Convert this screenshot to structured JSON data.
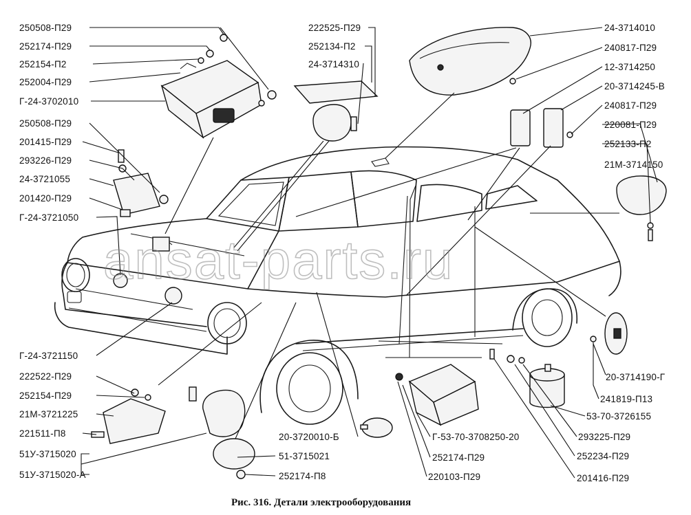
{
  "caption": "Рис. 316. Детали электрооборудования",
  "watermark": "ansat-parts.ru",
  "labels": {
    "l250508a": "250508-П29",
    "l252174a": "252174-П29",
    "l252154a": "252154-П2",
    "l252004": "252004-П29",
    "lg2437020": "Г-24-3702010",
    "l250508b": "250508-П29",
    "l201415": "201415-П29",
    "l293226": "293226-П29",
    "l243721055": "24-3721055",
    "l201420": "201420-П29",
    "lg243721050": "Г-24-3721050",
    "lg243721150": "Г-24-3721150",
    "l222522": "222522-П29",
    "l252154b": "252154-П29",
    "l21m3721225": "21М-3721225",
    "l221511": "221511-П8",
    "l51u3715020": "51У-3715020",
    "l51u3715020a": "51У-3715020-А",
    "l222525": "222525-П29",
    "l252134": "252134-П2",
    "l243714310": "24-3714310",
    "l243714010": "24-3714010",
    "l240817a": "240817-П29",
    "l123714250": "12-3714250",
    "l203714245": "20-3714245-В",
    "l240817b": "240817-П29",
    "l220081": "220081-П29",
    "l252133": "252133-П2",
    "l21m3714150": "21М-3714150",
    "l203714190": "20-3714190-Г",
    "l241819": "241819-П13",
    "l53703726155": "53-70-3726155",
    "l293225": "293225-П29",
    "l252234": "252234-П29",
    "l201416": "201416-П29",
    "l203720010": "20-3720010-Б",
    "lg53703708250": "Г-53-70-3708250-20",
    "l252174b": "252174-П29",
    "l220103": "220103-П29",
    "l513715021": "51-3715021",
    "l252174c": "252174-П8"
  }
}
